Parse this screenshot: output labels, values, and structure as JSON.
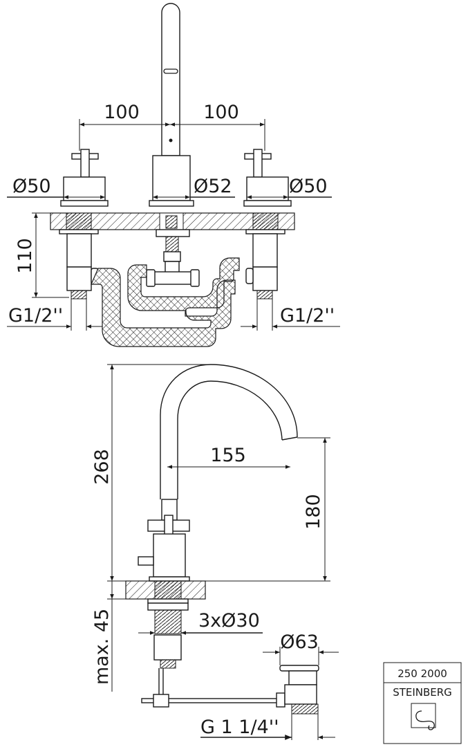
{
  "top_view": {
    "dim_left_spacing": "100",
    "dim_right_spacing": "100",
    "dim_left_handle_diameter": "Ø50",
    "dim_spout_diameter": "Ø52",
    "dim_right_handle_diameter": "Ø50",
    "dim_height_below_deck": "110",
    "dim_left_connection": "G1/2''",
    "dim_right_connection": "G1/2''"
  },
  "side_view": {
    "dim_total_height": "268",
    "dim_spout_reach": "155",
    "dim_spout_height": "180",
    "dim_max_deck_thickness": "max. 45",
    "dim_hole_diameter": "3xØ30",
    "dim_drain_diameter": "Ø63",
    "dim_drain_connection": "G 1 1/4''"
  },
  "title_block": {
    "article_number": "250 2000",
    "brand": "STEINBERG"
  }
}
